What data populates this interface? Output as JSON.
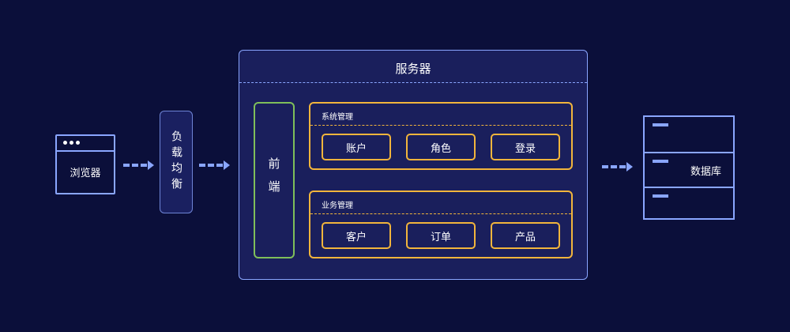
{
  "browser": {
    "label": "浏览器"
  },
  "load_balancer": {
    "label": "负载均衡"
  },
  "server": {
    "title": "服务器",
    "frontend_label": "前端",
    "system_management": {
      "title": "系统管理",
      "items": [
        "账户",
        "角色",
        "登录"
      ]
    },
    "business_management": {
      "title": "业务管理",
      "items": [
        "客户",
        "订单",
        "产品"
      ]
    }
  },
  "database": {
    "label": "数据库"
  },
  "colors": {
    "background": "#0b0f3a",
    "box_border": "#8aa6ff",
    "frontend_border": "#7fbf5a",
    "module_border": "#f2b53c"
  }
}
